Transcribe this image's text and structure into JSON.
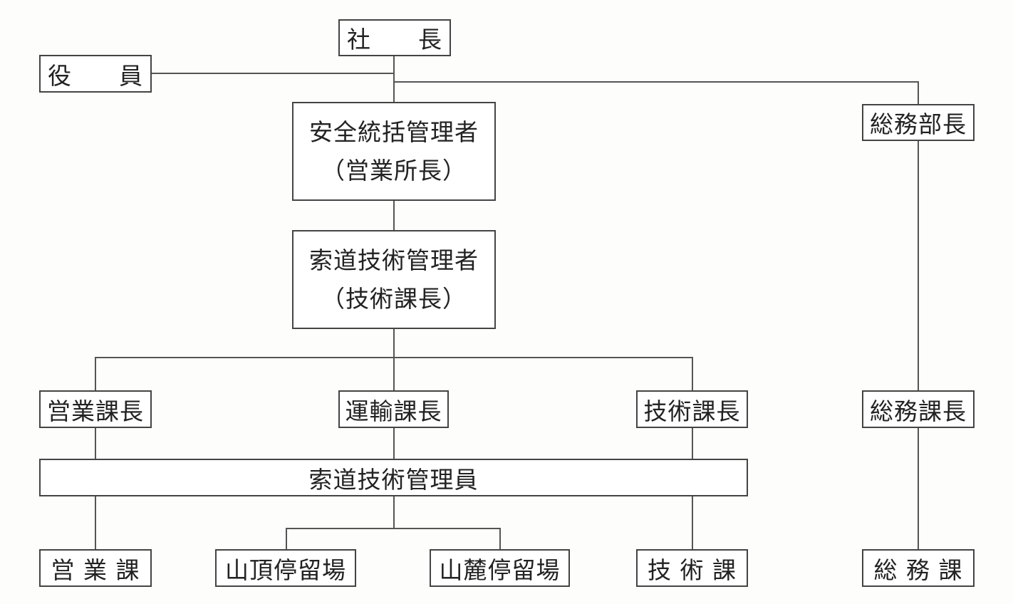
{
  "title": "組織図",
  "nodes": {
    "president": [
      "社",
      "長"
    ],
    "officers": [
      "役",
      "員"
    ],
    "safety_manager": {
      "title": "安全統括管理者",
      "sub": "（営業所長）"
    },
    "general_affairs_director": "総務部長",
    "ropeway_tech_manager": {
      "title": "索道技術管理者",
      "sub": "（技術課長）"
    },
    "sales_chief": "営業課長",
    "transport_chief": "運輸課長",
    "tech_chief": "技術課長",
    "ga_chief": "総務課長",
    "ropeway_tech_staff": "索道技術管理員",
    "sales_section": "営 業 課",
    "summit_station": "山頂停留場",
    "base_station": "山麓停留場",
    "tech_section": "技 術 課",
    "ga_section": "総 務 課"
  }
}
